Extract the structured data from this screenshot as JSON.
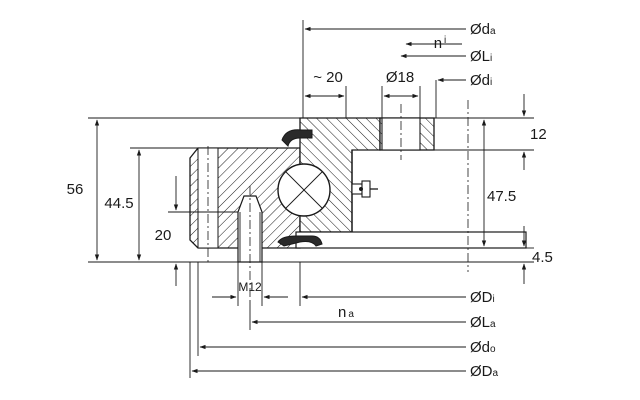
{
  "drawing": {
    "dims": {
      "d_a": {
        "symbol": "Ød",
        "sub": "a"
      },
      "n_i": {
        "symbol": "n",
        "sub": "i"
      },
      "L_i": {
        "symbol": "ØL",
        "sub": "i"
      },
      "d_i": {
        "symbol": "Ød",
        "sub": "i"
      },
      "approx20": "~ 20",
      "dia18": "Ø18",
      "h12": "12",
      "h56": "56",
      "h44_5": "44.5",
      "h20": "20",
      "h47_5": "47.5",
      "h4_5": "4.5",
      "m12": "M12",
      "D_i": {
        "symbol": "ØD",
        "sub": "i"
      },
      "n_a": {
        "symbol": "n",
        "sub": "a"
      },
      "L_a": {
        "symbol": "ØL",
        "sub": "a"
      },
      "d_o": {
        "symbol": "Ød",
        "sub": "o"
      },
      "D_a": {
        "symbol": "ØD",
        "sub": "a"
      }
    }
  }
}
